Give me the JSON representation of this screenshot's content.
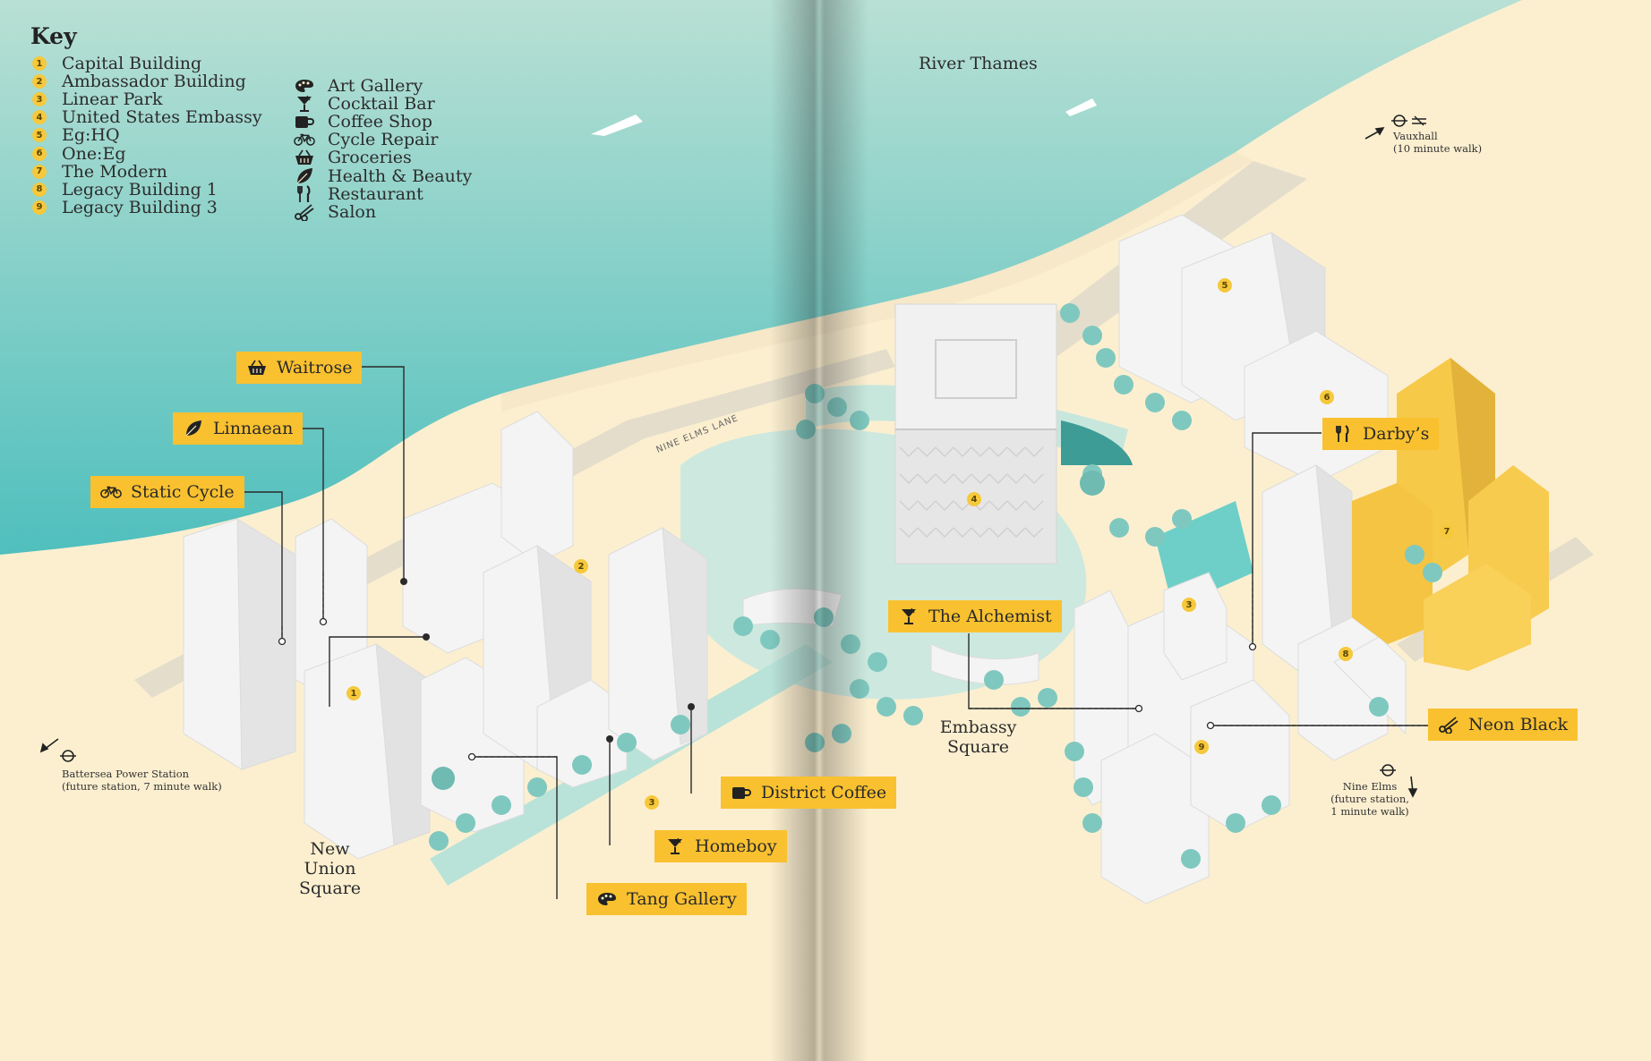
{
  "key": {
    "title": "Key",
    "buildings": [
      {
        "num": "1",
        "label": "Capital Building"
      },
      {
        "num": "2",
        "label": "Ambassador Building"
      },
      {
        "num": "3",
        "label": "Linear Park"
      },
      {
        "num": "4",
        "label": "United States Embassy"
      },
      {
        "num": "5",
        "label": "Eg:HQ"
      },
      {
        "num": "6",
        "label": "One:Eg"
      },
      {
        "num": "7",
        "label": "The Modern"
      },
      {
        "num": "8",
        "label": "Legacy Building 1"
      },
      {
        "num": "9",
        "label": "Legacy Building 3"
      }
    ],
    "amenities": [
      {
        "icon": "palette-icon",
        "label": "Art Gallery"
      },
      {
        "icon": "cocktail-icon",
        "label": "Cocktail Bar"
      },
      {
        "icon": "coffee-cup-icon",
        "label": "Coffee Shop"
      },
      {
        "icon": "bicycle-icon",
        "label": "Cycle Repair"
      },
      {
        "icon": "basket-icon",
        "label": "Groceries"
      },
      {
        "icon": "leaf-icon",
        "label": "Health & Beauty"
      },
      {
        "icon": "cutlery-icon",
        "label": "Restaurant"
      },
      {
        "icon": "scissors-icon",
        "label": "Salon"
      }
    ]
  },
  "river_label": "River Thames",
  "street_label": "NINE ELMS LANE",
  "squares": {
    "new_union": [
      "New Union",
      "Square"
    ],
    "embassy": [
      "Embassy",
      "Square"
    ]
  },
  "stations": {
    "vauxhall": [
      "Vauxhall",
      "(10 minute walk)"
    ],
    "battersea": [
      "Battersea Power Station",
      "(future station, 7 minute walk)"
    ],
    "nine_elms": [
      "Nine Elms",
      "(future station,",
      "1 minute walk)"
    ]
  },
  "places": {
    "waitrose": {
      "label": "Waitrose",
      "icon": "basket-icon"
    },
    "linnaean": {
      "label": "Linnaean",
      "icon": "leaf-icon"
    },
    "static_cycle": {
      "label": "Static Cycle",
      "icon": "bicycle-icon"
    },
    "the_alchemist": {
      "label": "The Alchemist",
      "icon": "cocktail-icon"
    },
    "darbys": {
      "label": "Darby’s",
      "icon": "cutlery-icon"
    },
    "neon_black": {
      "label": "Neon Black",
      "icon": "scissors-icon"
    },
    "district_coffee": {
      "label": "District Coffee",
      "icon": "coffee-cup-icon"
    },
    "homeboy": {
      "label": "Homeboy",
      "icon": "cocktail-icon"
    },
    "tang_gallery": {
      "label": "Tang Gallery",
      "icon": "palette-icon"
    }
  },
  "building_markers": [
    "1",
    "2",
    "3",
    "4",
    "5",
    "6",
    "7",
    "8",
    "9",
    "3"
  ],
  "colors": {
    "river": "#5fc4c0",
    "land": "#fcefd0",
    "park": "#9fd9cf",
    "label_bg": "#f9c12f",
    "highlight_building": "#f7c948"
  }
}
